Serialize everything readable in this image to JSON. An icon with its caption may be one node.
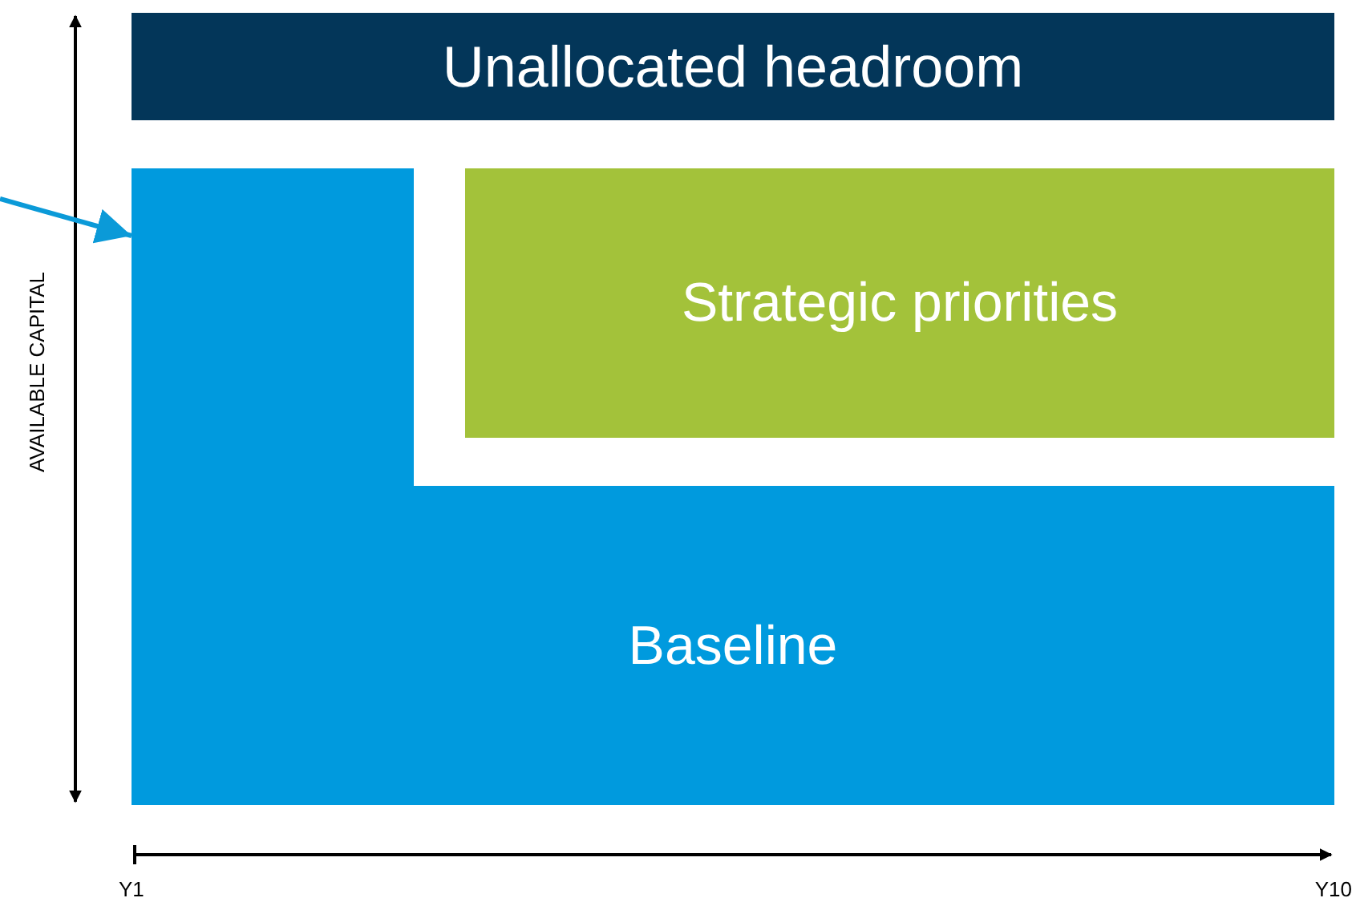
{
  "diagram": {
    "nodes": [
      {
        "text": [
          "Unallocated headroom"
        ]
      },
      {
        "text": [
          "Strategic priorities"
        ]
      },
      {
        "text": [
          "Baseline"
        ]
      }
    ],
    "edges": [
      {
        "from": null,
        "to": 2,
        "arrow": "to",
        "color": "#0b9ad8"
      }
    ],
    "labels": [
      "AVAILABLE CAPITAL",
      "Y1",
      "Y10"
    ]
  }
}
